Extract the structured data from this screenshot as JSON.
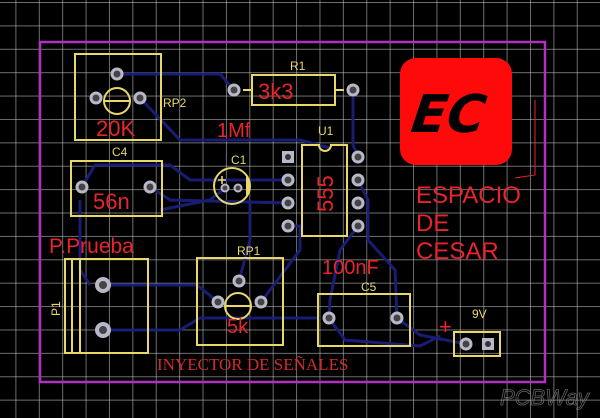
{
  "board": {
    "title": "INYECTOR DE SEÑALES",
    "watermark": "PCBWay",
    "logo": {
      "text": "EC",
      "color": "#ff0a0a"
    },
    "brand_lines": [
      "ESPACIO",
      "DE",
      "CESAR"
    ]
  },
  "components": {
    "rp2": {
      "ref": "RP2",
      "value": "20K"
    },
    "r1": {
      "ref": "R1",
      "value": "3k3"
    },
    "c1": {
      "ref": "C1",
      "value": "1Mf"
    },
    "c4": {
      "ref": "C4",
      "value": "56n"
    },
    "u1": {
      "ref": "U1",
      "value": "555"
    },
    "p1": {
      "ref": "P1",
      "value": "P.Prueba"
    },
    "rp1": {
      "ref": "RP1",
      "value": "5k"
    },
    "c5": {
      "ref": "C5",
      "value": "100nF"
    },
    "power": {
      "ref": "9V",
      "polarity": "+"
    }
  },
  "colors": {
    "outline": "#b030c0",
    "silkscreen": "#e8d86a",
    "trace": "#1a1f7a",
    "pad": "#b8b8c8",
    "text_red": "#e8252a"
  }
}
